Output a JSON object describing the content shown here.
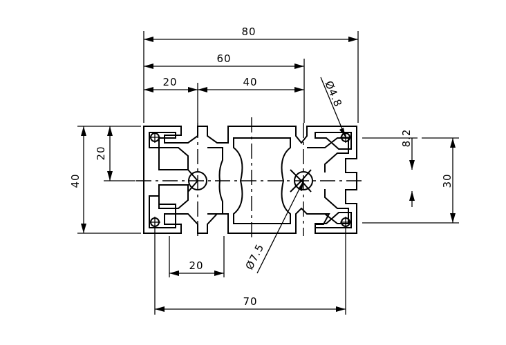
{
  "drawing": {
    "dim_overall_width": "80",
    "dim_slot_pitch": "60",
    "dim_left_pitch": "20",
    "dim_center_span": "40",
    "dim_height": "40",
    "dim_half_height": "20",
    "dim_slot_width_bottom": "20",
    "dim_bottom_span": "70",
    "dim_slot_depth": "8.2",
    "dim_inner_height": "30",
    "dim_corner_hole": "Ø4.8",
    "dim_core_hole": "Ø7.5"
  }
}
